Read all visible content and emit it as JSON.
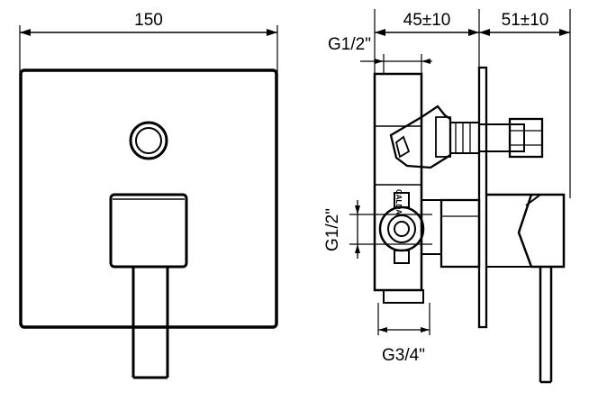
{
  "drawing": {
    "front_view": {
      "width_label": "150"
    },
    "side_view": {
      "depth_label_1": "45±10",
      "depth_label_2": "51±10",
      "top_connection_label": "G1/2\"",
      "side_connection_label": "G1/2\"",
      "bottom_connection_label": "G3/4\"",
      "body_marking": "CALDA"
    }
  }
}
